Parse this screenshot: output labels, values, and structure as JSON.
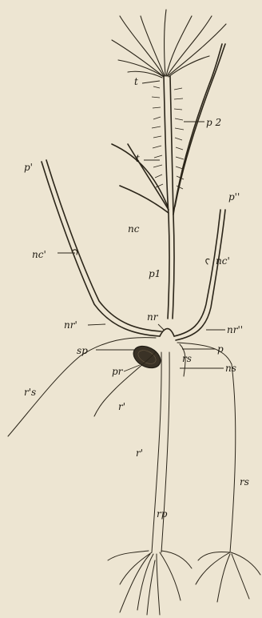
{
  "figure": {
    "labels": {
      "t_upper": "t",
      "t_lower": "t",
      "p2": "p 2",
      "p_left": "p'",
      "p_right": "p''",
      "nc": "nc",
      "nc_left": "nc'",
      "nc_right": "nc'",
      "p1": "p1",
      "nr_left": "nr'",
      "nr": "nr",
      "nr_right": "nr''",
      "sp": "sp",
      "p": "p",
      "rs_mid": "rs",
      "ns": "ns",
      "rs_left": "r's",
      "pr": "pr",
      "r_upper": "r'",
      "r_lower": "r'",
      "rs_right": "rs",
      "rp": "rp"
    }
  }
}
